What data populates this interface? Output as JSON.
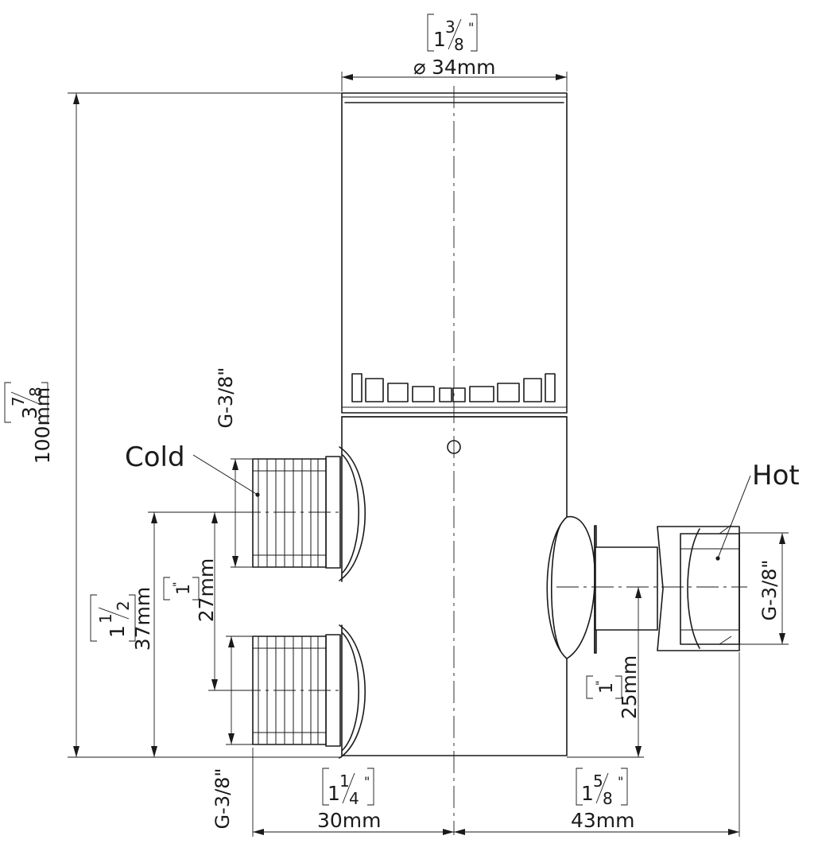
{
  "labels": {
    "cold": "Cold",
    "hot": "Hot"
  },
  "dimensions": {
    "top_width_mm": "34mm",
    "top_width_diameter_symbol": "⌀",
    "top_width_in_whole": "1",
    "top_width_in_num": "3",
    "top_width_in_den": "8",
    "height_mm": "100mm",
    "height_in_whole": "3",
    "height_in_num": "7",
    "height_in_den": "8",
    "inlet_spacing_mm": "37mm",
    "inlet_spacing_in_whole": "1",
    "inlet_spacing_in_num": "1",
    "inlet_spacing_in_den": "2",
    "lower_inlet_height_mm": "27mm",
    "lower_inlet_height_in": "1",
    "outlet_height_mm": "25mm",
    "outlet_height_in": "1",
    "left_depth_mm": "30mm",
    "left_depth_in_whole": "1",
    "left_depth_in_num": "1",
    "left_depth_in_den": "4",
    "right_depth_mm": "43mm",
    "right_depth_in_whole": "1",
    "right_depth_in_num": "5",
    "right_depth_in_den": "8",
    "thread_upper": "G-3/8\"",
    "thread_lower": "G-3/8\"",
    "thread_hot": "G-3/8\""
  }
}
